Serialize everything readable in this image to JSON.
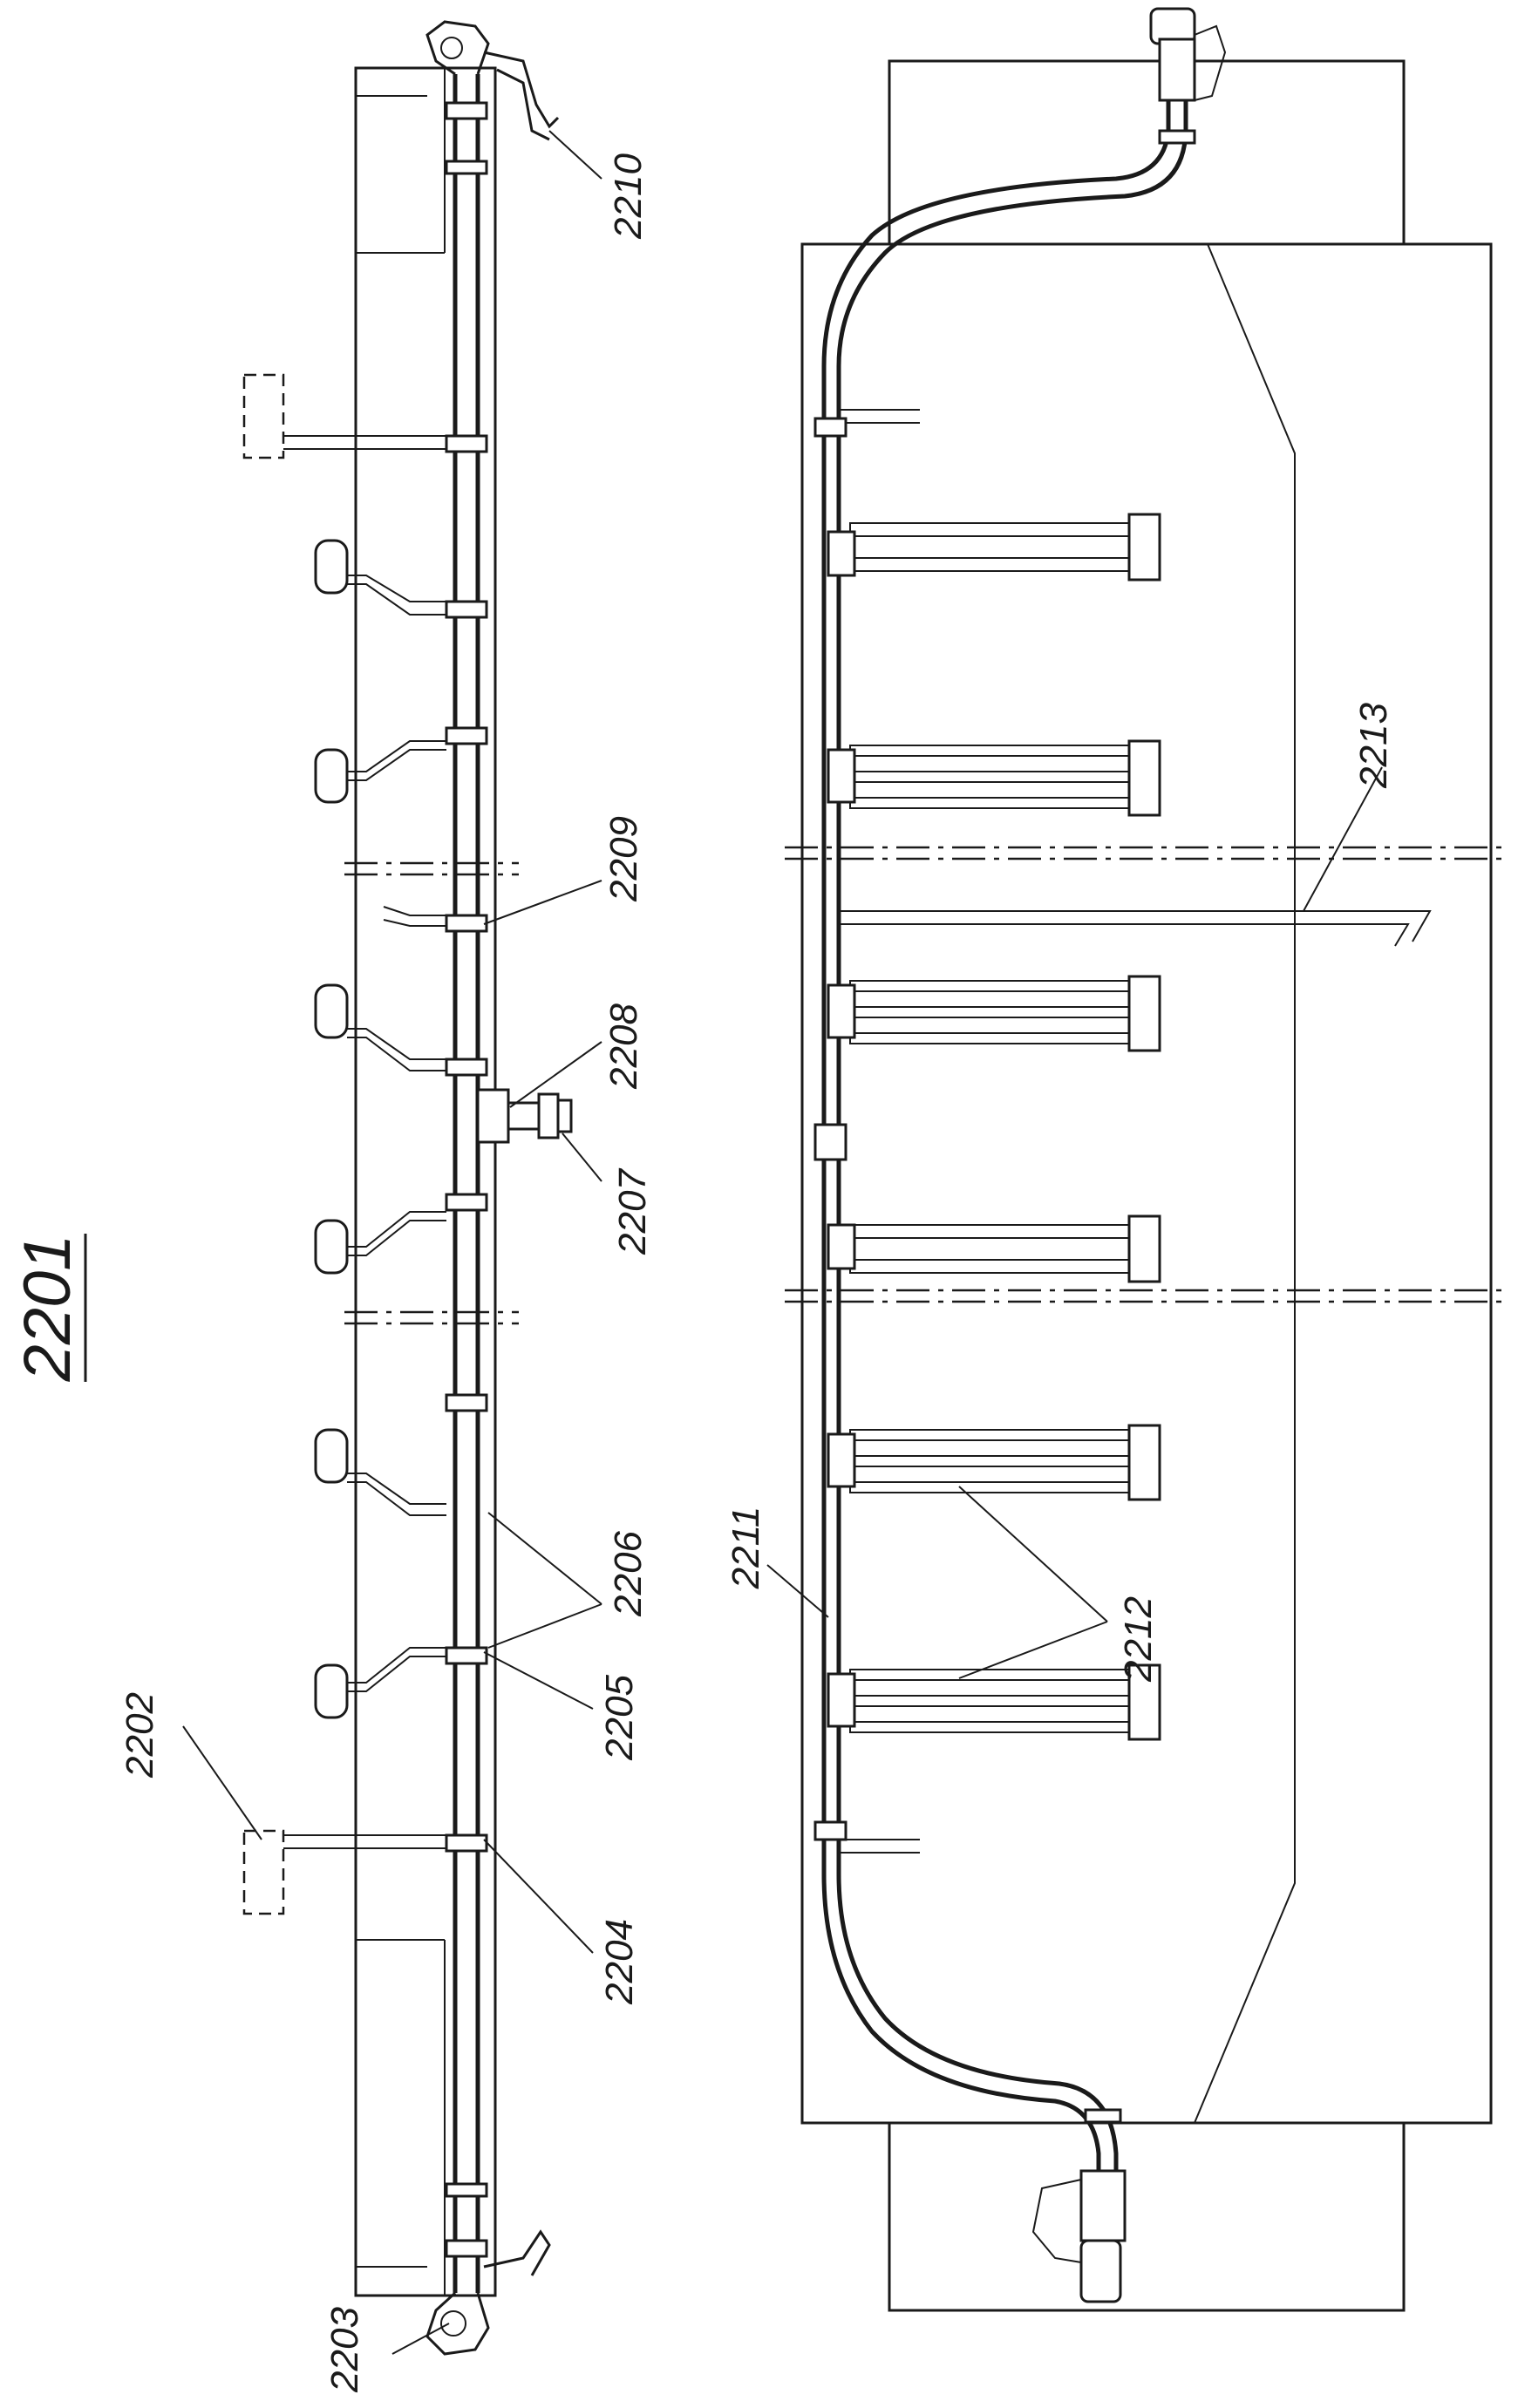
{
  "figure": {
    "number": "2201",
    "labels": [
      {
        "id": "2202",
        "text": "2202"
      },
      {
        "id": "2203",
        "text": "2203"
      },
      {
        "id": "2204",
        "text": "2204"
      },
      {
        "id": "2205",
        "text": "2205"
      },
      {
        "id": "2206",
        "text": "2206"
      },
      {
        "id": "2207",
        "text": "2207"
      },
      {
        "id": "2208",
        "text": "2208"
      },
      {
        "id": "2209",
        "text": "2209"
      },
      {
        "id": "2210",
        "text": "2210"
      },
      {
        "id": "2211",
        "text": "2211"
      },
      {
        "id": "2212",
        "text": "2212"
      },
      {
        "id": "2213",
        "text": "2213"
      }
    ]
  }
}
